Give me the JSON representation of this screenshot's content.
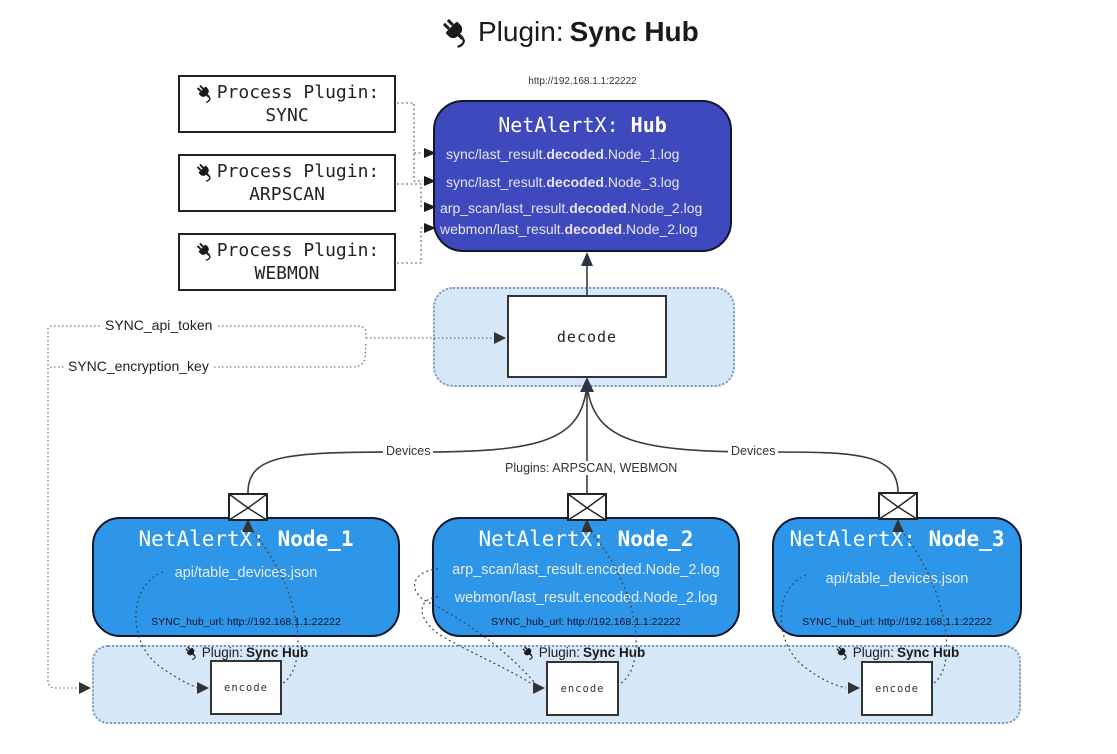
{
  "title": {
    "prefix": "Plugin: ",
    "bold": "Sync Hub"
  },
  "hub": {
    "url_label": "http://192.168.1.1:22222",
    "name_prefix": "NetAlertX: ",
    "name_bold": "Hub",
    "logs": [
      {
        "prefix": "sync/last_result.",
        "bold": "decoded",
        "suffix": ".Node_1.log"
      },
      {
        "prefix": "sync/last_result.",
        "bold": "decoded",
        "suffix": ".Node_3.log"
      },
      {
        "prefix": "arp_scan/last_result.",
        "bold": "decoded",
        "suffix": ".Node_2.log"
      },
      {
        "prefix": "webmon/last_result.",
        "bold": "decoded",
        "suffix": ".Node_2.log"
      }
    ]
  },
  "process_plugins": [
    {
      "label": "Process Plugin:",
      "name": "SYNC"
    },
    {
      "label": "Process Plugin:",
      "name": "ARPSCAN"
    },
    {
      "label": "Process Plugin:",
      "name": "WEBMON"
    }
  ],
  "decode": {
    "label": "decode"
  },
  "config": {
    "api_token": "SYNC_api_token",
    "encryption_key": "SYNC_encryption_key"
  },
  "edges": {
    "devices_left": "Devices",
    "devices_right": "Devices",
    "plugins_center": "Plugins: ARPSCAN, WEBMON"
  },
  "nodes": [
    {
      "name_prefix": "NetAlertX: ",
      "name_bold": "Node_1",
      "lines": [
        "api/table_devices.json"
      ],
      "hub_url": "SYNC_hub_url: http://192.168.1.1:22222"
    },
    {
      "name_prefix": "NetAlertX: ",
      "name_bold": "Node_2",
      "lines": [
        "arp_scan/last_result.encoded.Node_2.log",
        "webmon/last_result.encoded.Node_2.log"
      ],
      "hub_url": "SYNC_hub_url: http://192.168.1.1:22222"
    },
    {
      "name_prefix": "NetAlertX: ",
      "name_bold": "Node_3",
      "lines": [
        "api/table_devices.json"
      ],
      "hub_url": "SYNC_hub_url: http://192.168.1.1:22222"
    }
  ],
  "band": {
    "plugin_prefix": "Plugin: ",
    "plugin_bold": "Sync Hub",
    "encode_label": "encode"
  },
  "icons": {
    "plug": "plug-icon",
    "envelope": "envelope-icon"
  },
  "colors": {
    "hub_fill": "#3F49BE",
    "node_fill": "#2E96E8",
    "band_fill": "#D6E7F8",
    "band_border": "#7A99BF",
    "line": "#3a3a3a"
  }
}
